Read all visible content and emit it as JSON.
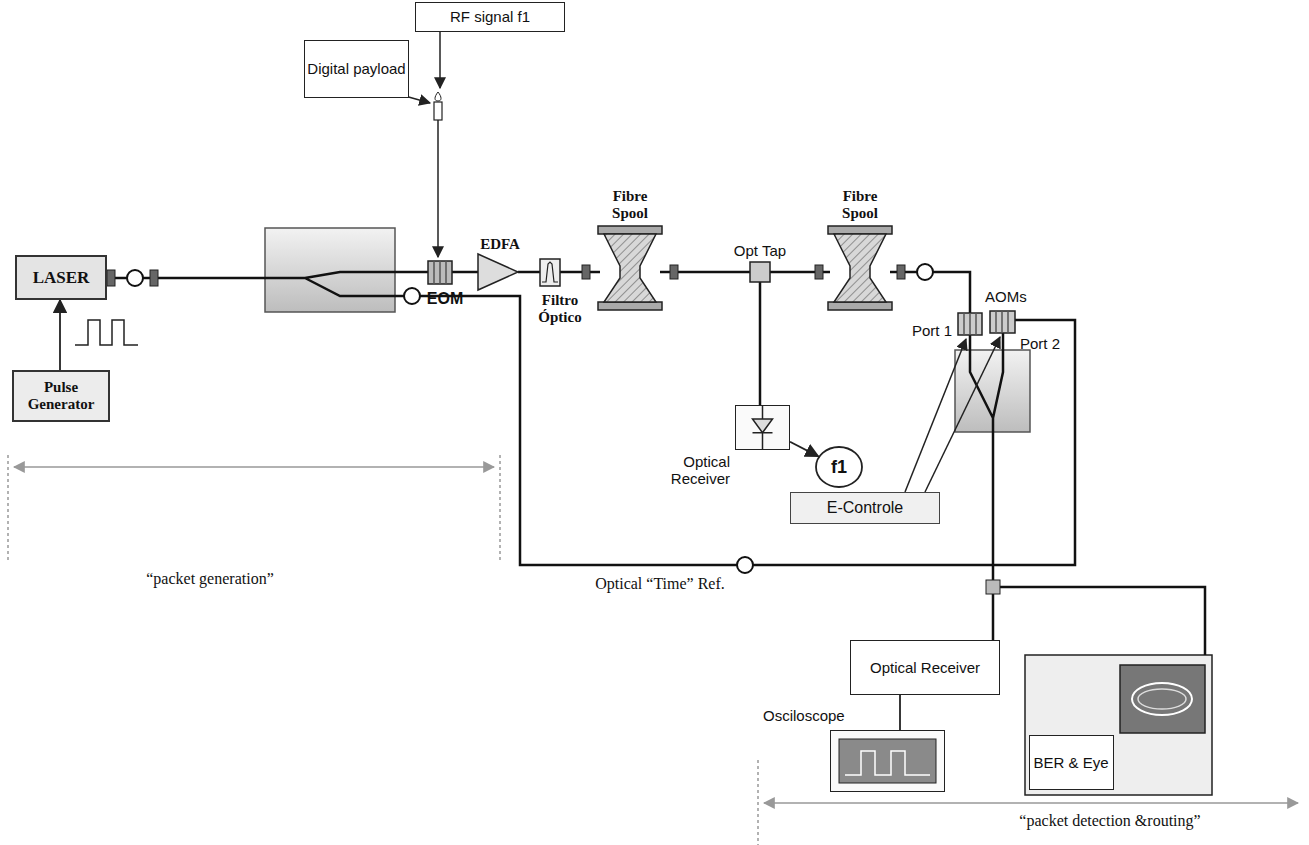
{
  "diagram": {
    "nodes": [
      {
        "text": [
          "RF signal f1"
        ]
      },
      {
        "text": [
          "Digital payload"
        ]
      },
      {
        "text": [
          "LASER"
        ]
      },
      {
        "text": [
          "Pulse Generator"
        ]
      },
      {
        "text": [
          "Optical Receiver"
        ]
      },
      {
        "text": [
          "f1"
        ]
      },
      {
        "text": [
          "E-Controle"
        ]
      },
      {
        "text": [
          "Optical Receiver"
        ]
      },
      {
        "text": [
          "Osciloscope"
        ]
      },
      {
        "text": [
          "BER & Eye"
        ]
      }
    ],
    "edges": [
      {
        "from": 3,
        "to": 2,
        "arrow": "to"
      },
      {
        "from": 4,
        "to": 5,
        "arrow": "to"
      },
      {
        "from": 7,
        "to": 8,
        "arrow": "none"
      }
    ],
    "labels": [
      "EOM",
      "EDFA",
      "Filtro Óptico",
      "Fibre Spool",
      "Opt Tap",
      "Fibre Spool",
      "AOMs",
      "Port 1",
      "Port 2",
      "Optical “Time” Ref.",
      "“packet generation”",
      "“packet detection &routing”"
    ]
  }
}
